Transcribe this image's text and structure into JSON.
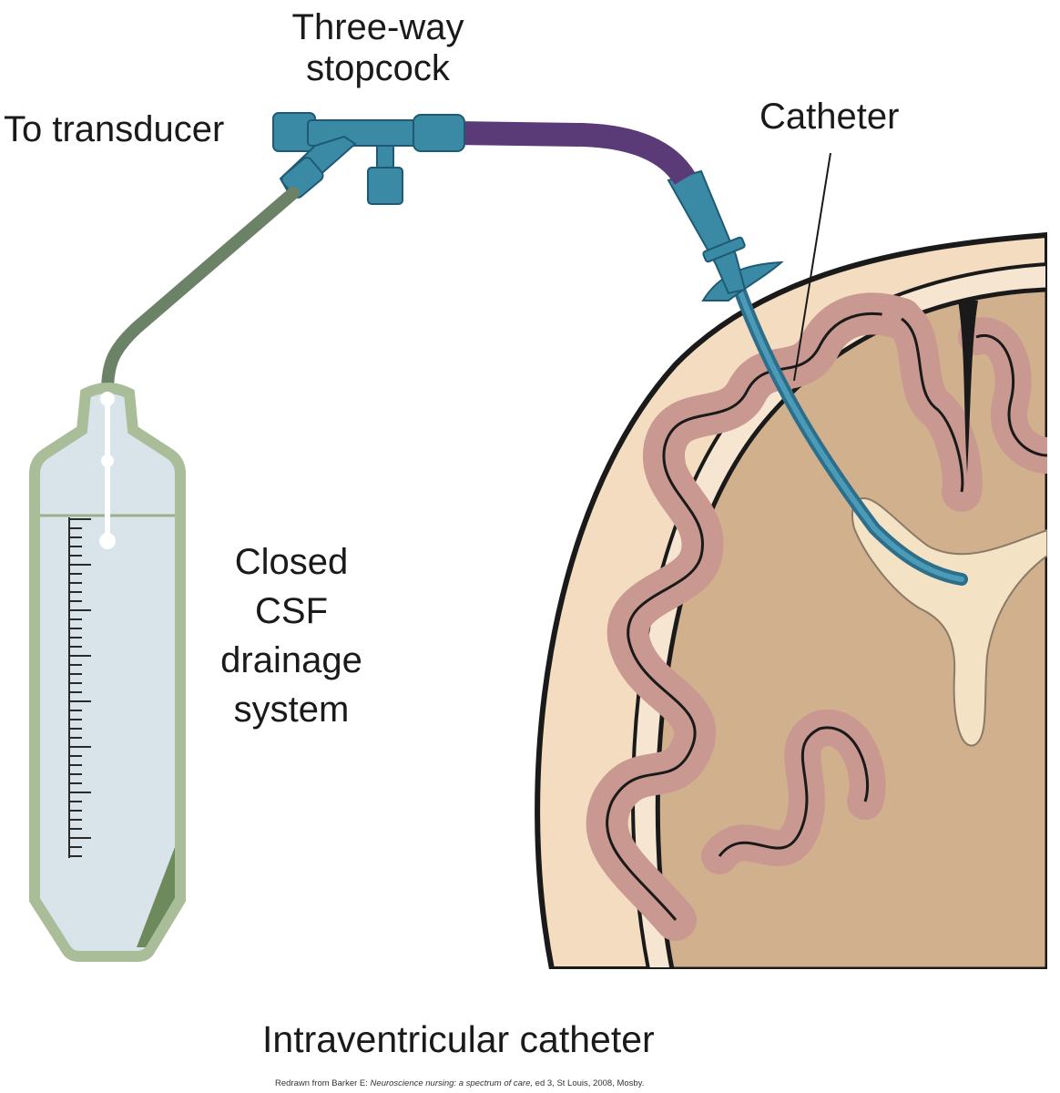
{
  "labels": {
    "stopcock_line1": "Three-way",
    "stopcock_line2": "stopcock",
    "transducer": "To transducer",
    "catheter": "Catheter",
    "drainage_line1": "Closed",
    "drainage_line2": "CSF",
    "drainage_line3": "drainage",
    "drainage_line4": "system"
  },
  "caption": "Intraventricular catheter",
  "credit": {
    "prefix": "Redrawn from Barker E: ",
    "title": "Neuroscience nursing: a spectrum of care,",
    "suffix": " ed 3, St Louis, 2008, Mosby."
  },
  "colors": {
    "scalp": "#f3dcc0",
    "skull": "#f6e6d1",
    "brain": "#d1b08e",
    "cortex": "#c99890",
    "ventricle": "#f4e2c4",
    "stopcock": "#3a8aa6",
    "tube_purple": "#5b3a78",
    "tube_green": "#6c8267",
    "bag_fill": "#d8e4ea",
    "bag_frame": "#a9bd99"
  }
}
